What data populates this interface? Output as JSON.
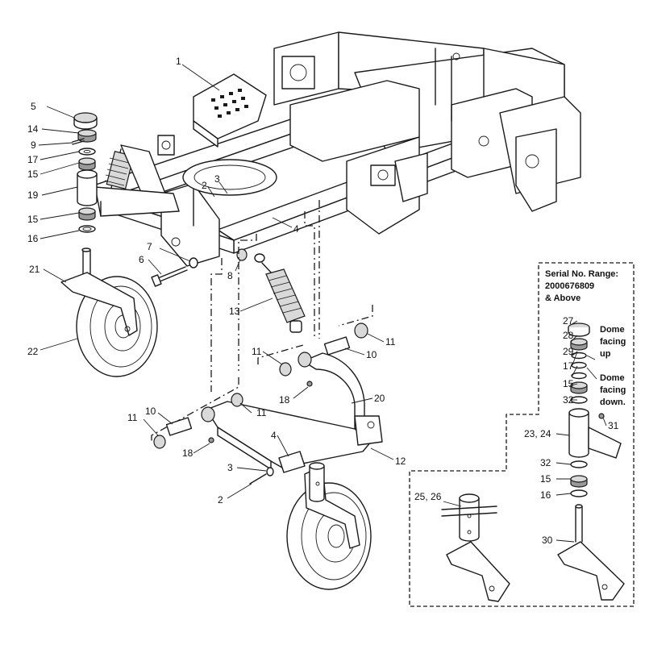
{
  "callouts": [
    {
      "id": "c1",
      "label": "1"
    },
    {
      "id": "c2a",
      "label": "2"
    },
    {
      "id": "c3a",
      "label": "3"
    },
    {
      "id": "c2b",
      "label": "2"
    },
    {
      "id": "c3b",
      "label": "3"
    },
    {
      "id": "c4a",
      "label": "4"
    },
    {
      "id": "c4b",
      "label": "4"
    },
    {
      "id": "c5",
      "label": "5"
    },
    {
      "id": "c6",
      "label": "6"
    },
    {
      "id": "c7",
      "label": "7"
    },
    {
      "id": "c8",
      "label": "8"
    },
    {
      "id": "c9",
      "label": "9"
    },
    {
      "id": "c10a",
      "label": "10"
    },
    {
      "id": "c10b",
      "label": "10"
    },
    {
      "id": "c11a",
      "label": "11"
    },
    {
      "id": "c11b",
      "label": "11"
    },
    {
      "id": "c11c",
      "label": "11"
    },
    {
      "id": "c11d",
      "label": "11"
    },
    {
      "id": "c12",
      "label": "12"
    },
    {
      "id": "c13",
      "label": "13"
    },
    {
      "id": "c14",
      "label": "14"
    },
    {
      "id": "c15a",
      "label": "15"
    },
    {
      "id": "c15b",
      "label": "15"
    },
    {
      "id": "c16",
      "label": "16"
    },
    {
      "id": "c17",
      "label": "17"
    },
    {
      "id": "c18a",
      "label": "18"
    },
    {
      "id": "c18b",
      "label": "18"
    },
    {
      "id": "c19",
      "label": "19"
    },
    {
      "id": "c20",
      "label": "20"
    },
    {
      "id": "c21",
      "label": "21"
    },
    {
      "id": "c22",
      "label": "22"
    }
  ],
  "inset": {
    "serial_line1": "Serial No. Range:",
    "serial_line2": "2000676809",
    "serial_line3": "& Above",
    "dome_up_line1": "Dome",
    "dome_up_line2": "facing",
    "dome_up_line3": "up",
    "dome_down_line1": "Dome",
    "dome_down_line2": "facing",
    "dome_down_line3": "down.",
    "callouts": [
      {
        "id": "i27",
        "label": "27"
      },
      {
        "id": "i28",
        "label": "28"
      },
      {
        "id": "i29",
        "label": "29"
      },
      {
        "id": "i17",
        "label": "17"
      },
      {
        "id": "i15a",
        "label": "15"
      },
      {
        "id": "i32a",
        "label": "32"
      },
      {
        "id": "i31",
        "label": "31"
      },
      {
        "id": "i2324",
        "label": "23, 24"
      },
      {
        "id": "i32b",
        "label": "32"
      },
      {
        "id": "i15b",
        "label": "15"
      },
      {
        "id": "i16",
        "label": "16"
      },
      {
        "id": "i2526",
        "label": "25, 26"
      },
      {
        "id": "i30",
        "label": "30"
      }
    ]
  }
}
